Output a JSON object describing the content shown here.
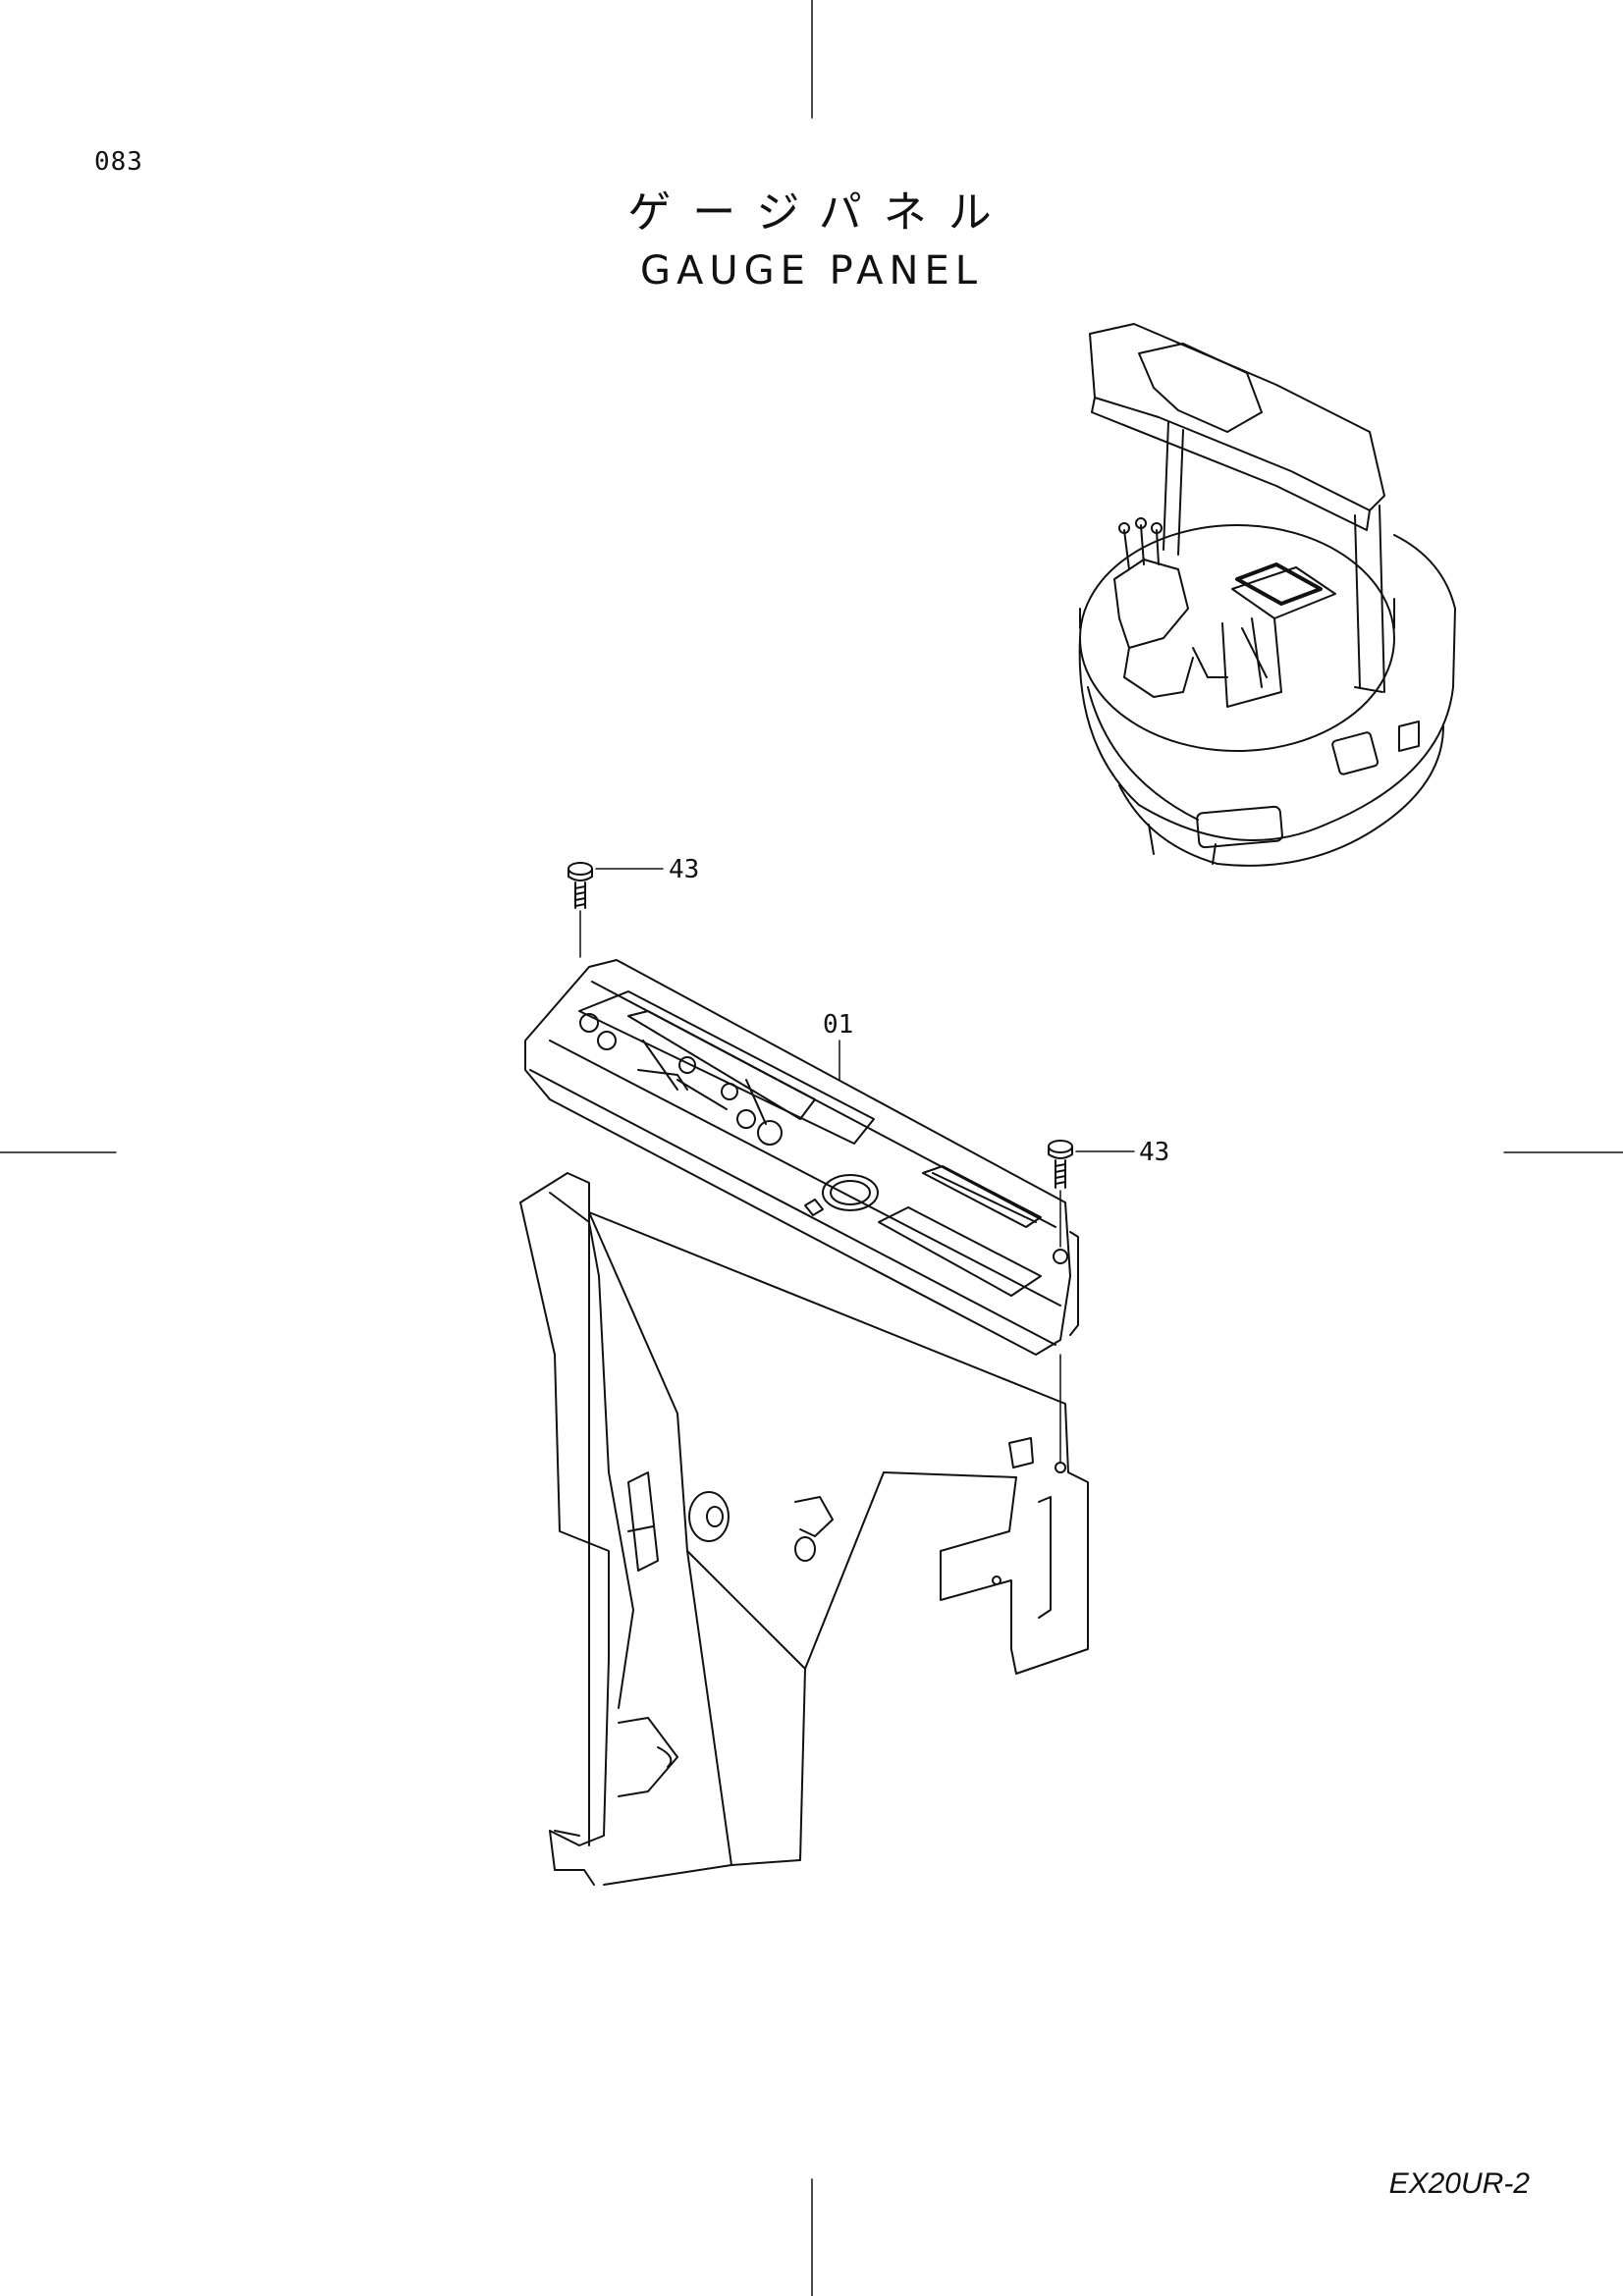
{
  "page": {
    "number": "083"
  },
  "title": {
    "japanese": "ゲージパネル",
    "english": "GAUGE PANEL"
  },
  "callouts": {
    "panel": "01",
    "screw_upper": "43",
    "screw_right": "43"
  },
  "footer": {
    "model": "EX20UR-2"
  }
}
